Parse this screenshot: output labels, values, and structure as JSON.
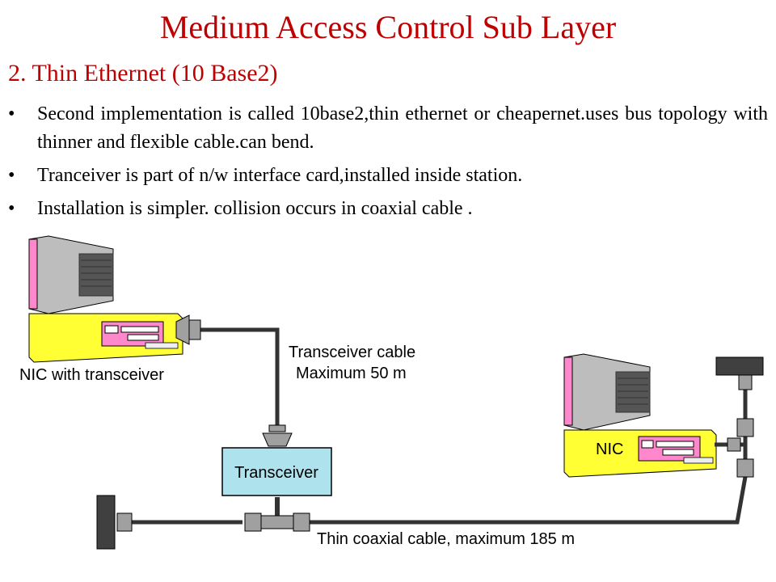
{
  "title": "Medium Access Control Sub Layer",
  "subtitle": "2. Thin Ethernet (10 Base2)",
  "bullets": [
    "Second implementation is called 10base2,thin ethernet or cheapernet.uses bus topology with thinner and flexible cable.can bend.",
    "Tranceiver is part of n/w interface card,installed inside station.",
    "Installation is simpler. collision occurs in coaxial cable ."
  ],
  "bullet_glyph": "•",
  "diagram": {
    "nic_transceiver_label": "NIC with transceiver",
    "transceiver_cable_label": "Transceiver cable",
    "transceiver_cable_max": "Maximum 50 m",
    "transceiver_box_label": "Transceiver",
    "nic_label": "NIC",
    "coax_label": "Thin coaxial cable, maximum 185 m"
  },
  "colors": {
    "title_red": "#c00000",
    "pc_yellow": "#ffff33",
    "monitor_pink": "#ff88cc",
    "transceiver_blue": "#aee3ee",
    "cable_dark": "#333333",
    "connector_gray": "#a0a0a0",
    "terminator_dark": "#404040"
  }
}
